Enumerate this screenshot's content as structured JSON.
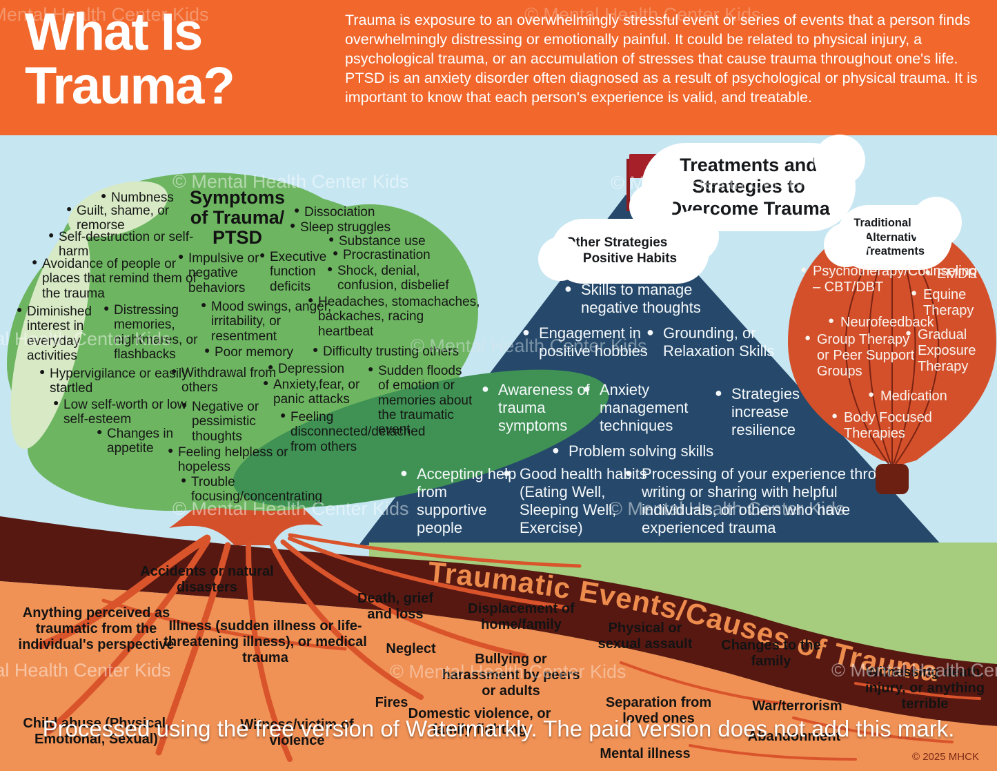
{
  "header": {
    "title": "What Is Trauma?",
    "description": "Trauma is exposure to an overwhelmingly stressful event or series of events that a person finds overwhelmingly distressing or emotionally painful.  It could be related to physical injury, a psychological trauma, or an accumulation of stresses that cause trauma throughout one's life. PTSD is an anxiety disorder often diagnosed as a result of psychological or physical trauma. It is important to know that each person's experience is valid, and treatable."
  },
  "tree": {
    "title": "Symptoms of Trauma/ PTSD",
    "symptoms": [
      "Numbness",
      "Guilt, shame, or remorse",
      "Self-destruction or self-harm",
      "Avoidance of people or places that remind them of the trauma",
      "Diminished interest in everyday activities",
      "Distressing memories, nightmares, or flashbacks",
      "Hypervigilance or easily startled",
      "Low self-worth or low self-esteem",
      "Changes in appetite",
      "Impulsive or negative behaviors",
      "Executive function deficits",
      "Mood swings, anger, irritability, or resentment",
      "Poor memory",
      "Withdrawal from others",
      "Negative or pessimistic thoughts",
      "Feeling helpless or hopeless",
      "Trouble focusing/concentrating",
      "Dissociation",
      "Sleep struggles",
      "Substance use",
      "Procrastination",
      "Shock, denial, confusion, disbelief",
      "Headaches, stomachaches, backaches, racing heartbeat",
      "Difficulty trusting others",
      "Depression",
      "Anxiety,fear, or panic attacks",
      "Feeling disconnected/detached from others",
      "Sudden floods of emotion or memories about the traumatic event"
    ]
  },
  "mountain": {
    "cloud_title": "Treatments and Strategies to Overcome Trauma",
    "sub_cloud_title": "Other Strategies and Positive Habits",
    "items": [
      "Skills to manage negative thoughts",
      "Engagement in positive hobbies",
      "Grounding, or Relaxation Skills",
      "Awareness of trauma symptoms",
      "Anxiety management techniques",
      "Strategies to increase resilience",
      "Problem solving skills",
      "Accepting help from supportive people",
      "Good health habits (Eating Well, Sleeping Well, Exercise)",
      "Processing of your experience through writing or sharing with helpful individuals, or others who have experienced trauma"
    ]
  },
  "balloon": {
    "cloud_title": "Traditional and Alternative Treatments",
    "items": [
      "Psychotherapy/Counseling – CBT/DBT",
      "EMDR",
      "Equine Therapy",
      "Neurofeedback",
      "Group Therapy or Peer Support Groups",
      "Gradual Exposure Therapy",
      "Medication",
      "Body Focused Therapies"
    ]
  },
  "causes": {
    "ribbon_title": "Traumatic Events/Causes of Trauma",
    "items": [
      "Accidents or natural disasters",
      "Anything perceived as traumatic from the individual's perspective",
      "Illness (sudden illness or life-threatening illness), or medical trauma",
      "Death, grief and loss",
      "Neglect",
      "Displacement of home/family",
      "Bullying or harassment by peers or adults",
      "Physical or sexual assault",
      "Fires",
      "Child abuse (Physical, Emotional, Sexual)",
      "Witness/victim of violence",
      "Domestic violence, or family fighting",
      "Separation from loved ones",
      "Mental illness",
      "Changes to the family",
      "War/terrorism",
      "Abandonment",
      "Witnessing death, injury, or anything terrible"
    ]
  },
  "watermarks": {
    "brand": "© Mental Health Center Kids",
    "processed_line": "Processed using the free version of Watermarkly. The paid version does not add this mark.",
    "copyright": "© 2025 MHCK"
  },
  "colors": {
    "header_orange": "#F1672C",
    "sky_blue": "#C6E6F2",
    "tree_green": "#6DB561",
    "tree_highlight": "#D7E9C5",
    "mountain_navy": "#26496B",
    "balloon_orange": "#D4502B",
    "soil_orange": "#F09155",
    "band_maroon": "#571812",
    "grass_green": "#A5CD7D",
    "flag_red": "#A6202A",
    "root_orange": "#D9542B",
    "ribbon_text_orange": "#ED8C4D"
  }
}
